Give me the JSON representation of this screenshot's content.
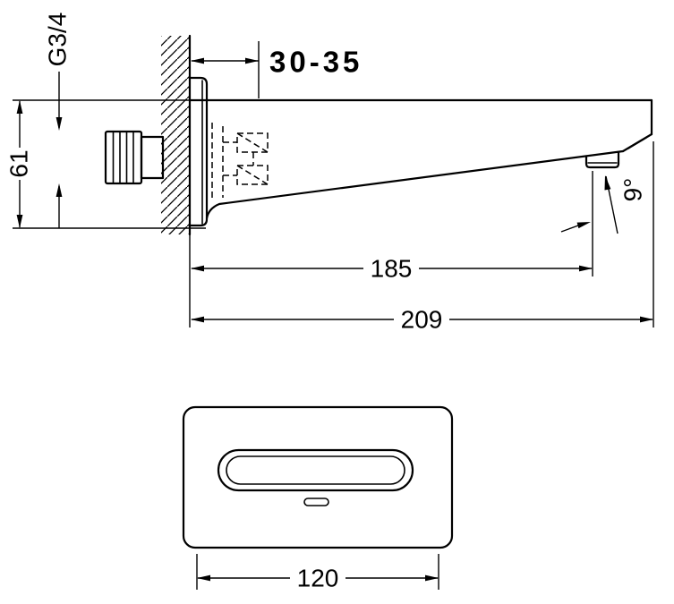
{
  "colors": {
    "ink": "#000000",
    "background": "#ffffff"
  },
  "drawing": {
    "side_view": {
      "thread_label": "G3/4",
      "wall_distance_label": "30-35",
      "height_label": "61",
      "spout_reach_label": "185",
      "total_length_label": "209",
      "spray_angle_label": "9°"
    },
    "front_view": {
      "width_label": "120"
    }
  }
}
